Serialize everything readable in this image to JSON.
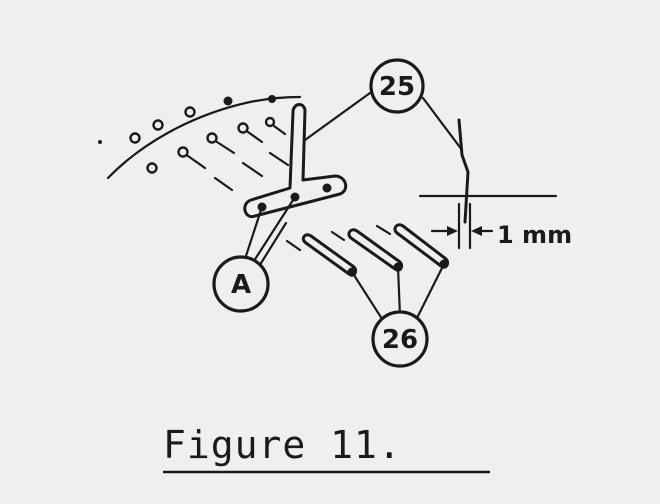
{
  "callouts": {
    "part_25": "25",
    "part_a": "A",
    "part_26": "26"
  },
  "dimension": {
    "gap_label": "1 mm"
  },
  "caption": "Figure 11."
}
